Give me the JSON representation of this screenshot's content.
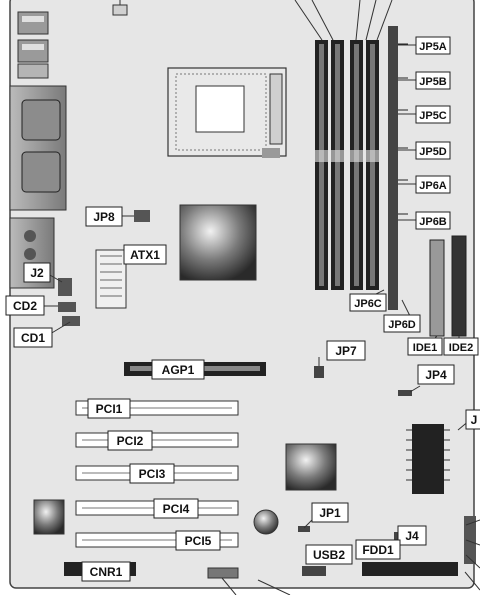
{
  "labels": {
    "jp5a": "JP5A",
    "jp5b": "JP5B",
    "jp5c": "JP5C",
    "jp5d": "JP5D",
    "jp6a": "JP6A",
    "jp6b": "JP6B",
    "jp6c": "JP6C",
    "jp6d": "JP6D",
    "jp8": "JP8",
    "atx1": "ATX1",
    "j2": "J2",
    "cd2": "CD2",
    "cd1": "CD1",
    "ide1": "IDE1",
    "ide2": "IDE2",
    "agp1": "AGP1",
    "jp7": "JP7",
    "jp4": "JP4",
    "j_edge": "J",
    "pci1": "PCI1",
    "pci2": "PCI2",
    "pci3": "PCI3",
    "pci4": "PCI4",
    "pci5": "PCI5",
    "jp1": "JP1",
    "j4": "J4",
    "fdd1": "FDD1",
    "usb2": "USB2",
    "cnr1": "CNR1"
  },
  "colors": {
    "board": "#e6e6e6",
    "outline": "#444444",
    "slot_dark": "#222222",
    "chip": "#555555"
  }
}
